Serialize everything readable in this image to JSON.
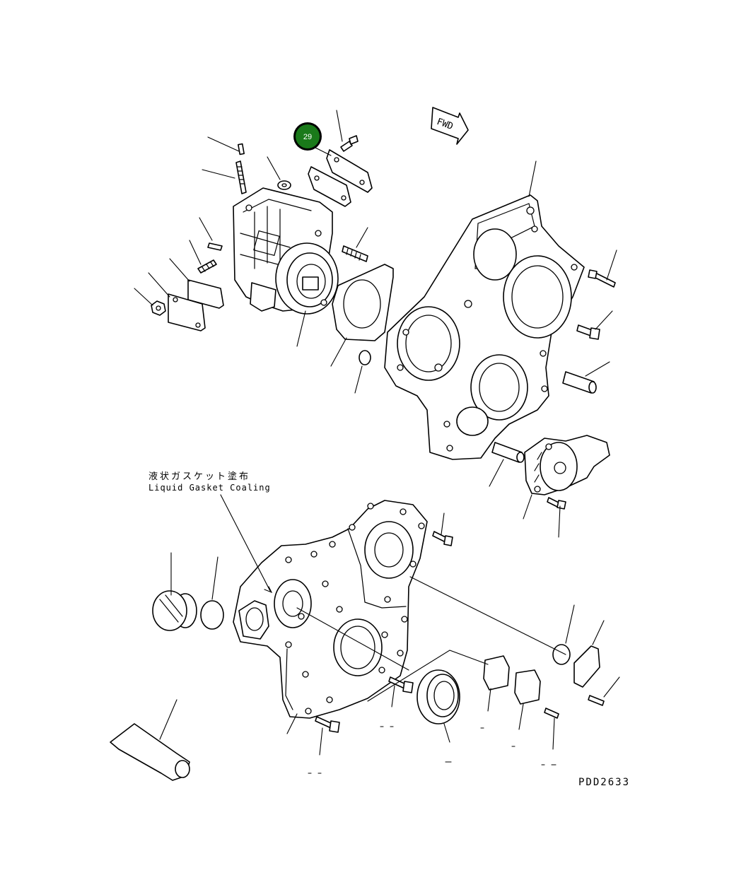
{
  "note": {
    "japanese": "液状ガスケット塗布",
    "english": "Liquid Gasket Coaling"
  },
  "fwd_label": "FWD",
  "drawing_code": "PDD2633",
  "callouts": [
    {
      "number": "29",
      "color": "#1a7a1a"
    }
  ]
}
